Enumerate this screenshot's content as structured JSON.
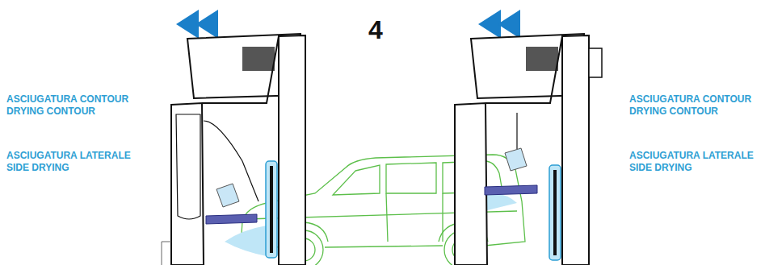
{
  "diagram": {
    "labels": [
      "4",
      "ASCIUGATURA CONTOUR",
      "DRYING CONTOUR",
      "ASCIUGATURA LATERALE",
      "SIDE DRYING",
      "ASCIUGATURA CONTOUR",
      "DRYING CONTOUR",
      "ASCIUGATURA LATERALE",
      "SIDE DRYING"
    ]
  }
}
